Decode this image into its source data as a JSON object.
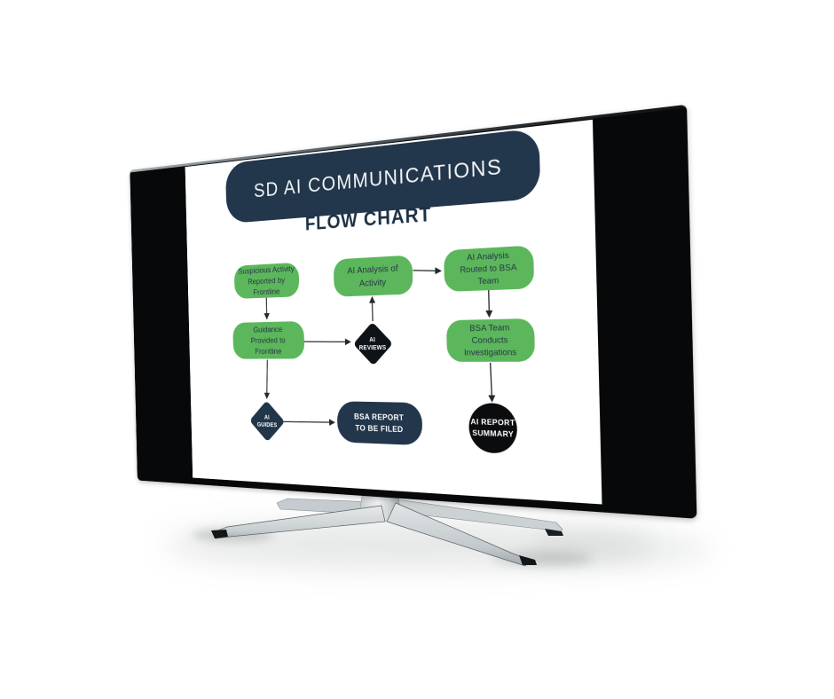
{
  "slide": {
    "title": "SD AI COMMUNICATIONS",
    "subtitle": "FLOW CHART"
  },
  "flowchart": {
    "nodes": {
      "suspicious": {
        "label": "Suspicious Activity Reported by Frontline",
        "lines": [
          "Suspicious Activity",
          "Reported by",
          "Frontline"
        ],
        "shape": "rounded-rect",
        "color": "green"
      },
      "analysis": {
        "label": "AI Analysis of Activity",
        "lines": [
          "AI Analysis of",
          "Activity"
        ],
        "shape": "rounded-rect",
        "color": "green"
      },
      "routed": {
        "label": "AI Analysis Routed to BSA Team",
        "lines": [
          "AI Analysis",
          "Routed to BSA",
          "Team"
        ],
        "shape": "rounded-rect",
        "color": "green"
      },
      "guidance": {
        "label": "Guidance Provided to Frontline",
        "lines": [
          "Guidance",
          "Provided to",
          "Frontline"
        ],
        "shape": "rounded-rect",
        "color": "green"
      },
      "bsa_team": {
        "label": "BSA Team Conducts Investigations",
        "lines": [
          "BSA Team",
          "Conducts",
          "Investigations"
        ],
        "shape": "rounded-rect",
        "color": "green"
      },
      "reviews": {
        "label": "AI REVIEWS",
        "lines": [
          "AI",
          "REVIEWS"
        ],
        "shape": "diamond",
        "color": "black"
      },
      "guides": {
        "label": "AI GUIDES",
        "lines": [
          "AI",
          "GUIDES"
        ],
        "shape": "diamond",
        "color": "navy"
      },
      "report": {
        "label": "BSA REPORT TO BE FILED",
        "lines": [
          "BSA REPORT",
          "TO BE FILED"
        ],
        "shape": "rounded-rect",
        "color": "navy"
      },
      "summary": {
        "label": "AI REPORT SUMMARY",
        "lines": [
          "AI REPORT",
          "SUMMARY"
        ],
        "shape": "circle",
        "color": "black"
      }
    },
    "edges": [
      {
        "from": "suspicious",
        "to": "guidance"
      },
      {
        "from": "guidance",
        "to": "reviews"
      },
      {
        "from": "reviews",
        "to": "analysis"
      },
      {
        "from": "analysis",
        "to": "routed"
      },
      {
        "from": "routed",
        "to": "bsa_team"
      },
      {
        "from": "bsa_team",
        "to": "summary"
      },
      {
        "from": "guidance",
        "to": "guides"
      },
      {
        "from": "guides",
        "to": "report"
      }
    ]
  },
  "colors": {
    "navy": "#22364c",
    "green": "#5cb75c",
    "near_black": "#0e1318",
    "box_text_dark": "#263744",
    "arrow": "#23282d",
    "slide_bg": "#ffffff",
    "bezel": "#070809",
    "stand_silver": "#d6dadc"
  }
}
